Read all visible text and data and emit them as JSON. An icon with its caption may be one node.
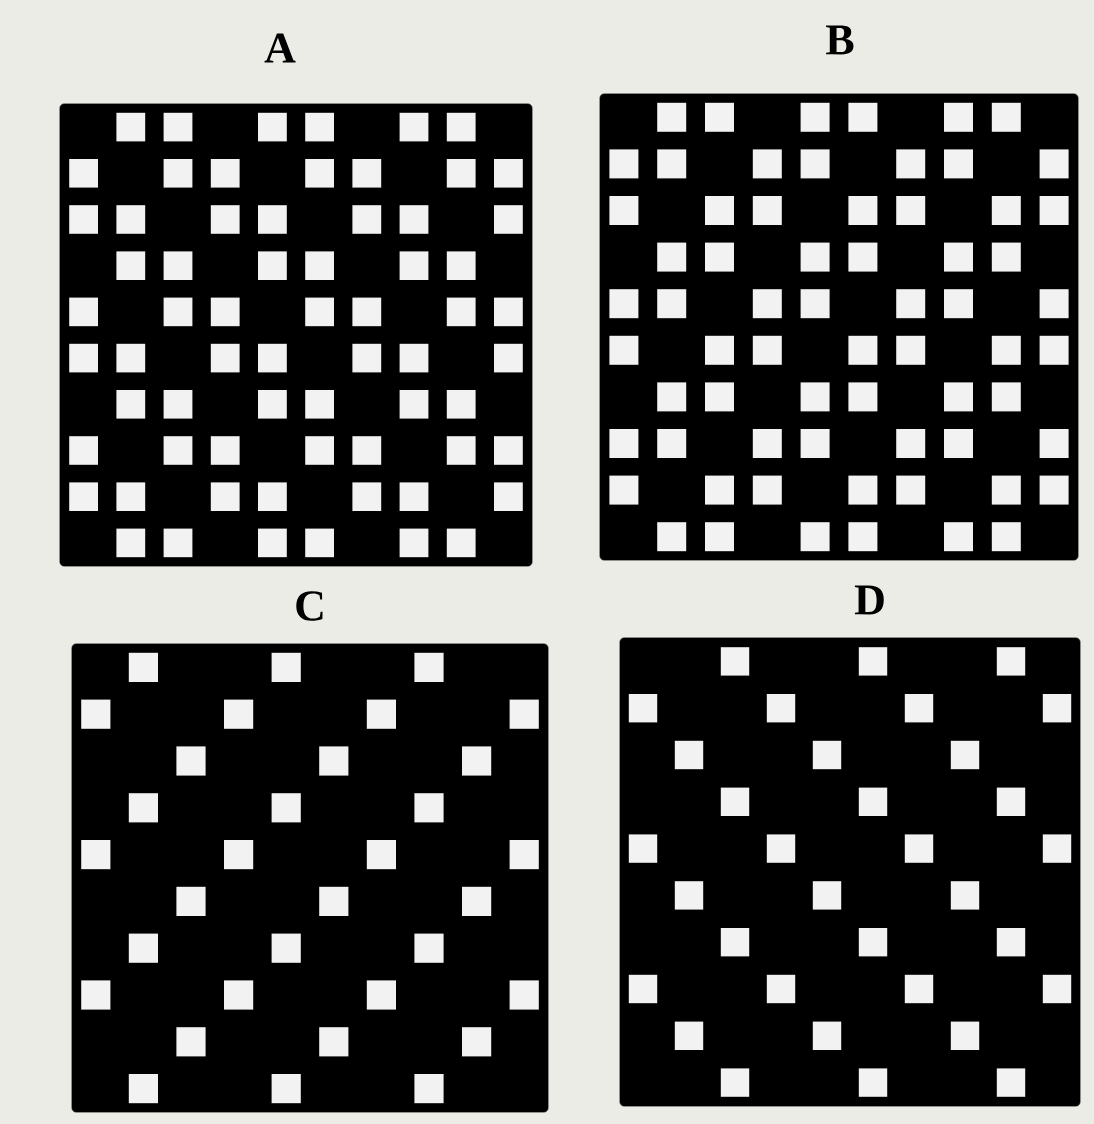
{
  "diagram": {
    "nodes": [
      {
        "text": [
          "A"
        ]
      },
      {
        "text": [
          "B"
        ]
      },
      {
        "text": [
          "C"
        ]
      },
      {
        "text": [
          "D"
        ]
      }
    ]
  }
}
